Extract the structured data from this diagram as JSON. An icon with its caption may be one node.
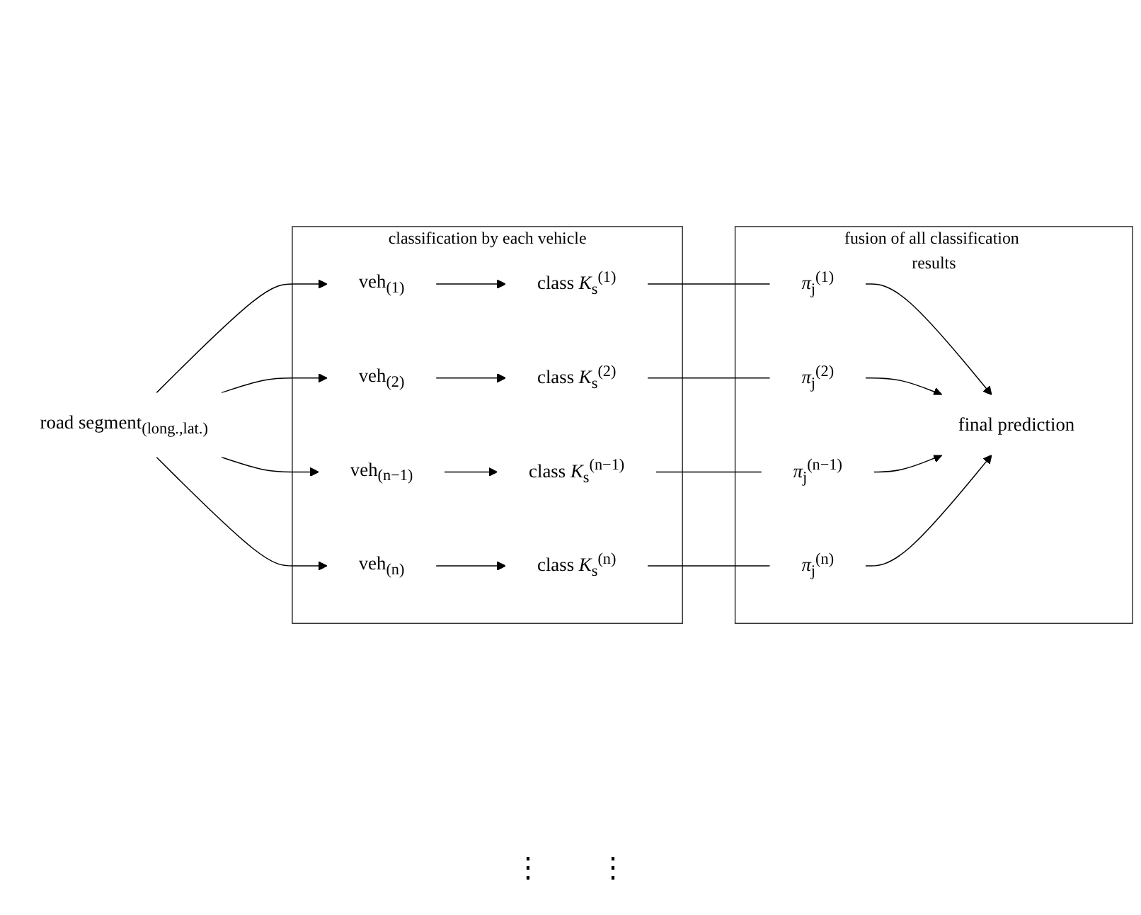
{
  "diagram": {
    "nodes": [
      {
        "text": [
          "road segment$_{(long.,lat.)}$"
        ]
      },
      {
        "text": [
          "classification by each vehicle"
        ]
      },
      {
        "text": [
          "veh$_{(1)}$"
        ],
        "in": 1
      },
      {
        "text": [
          "class *K*$_{s}$$^{(1)}$"
        ],
        "in": 1
      },
      {
        "text": [
          "veh$_{(2)}$"
        ],
        "in": 1
      },
      {
        "text": [
          "class *K*$_{s}$$^{(2)}$"
        ],
        "in": 1
      },
      {
        "text": [
          "veh$_{(n−1)}$"
        ],
        "in": 1
      },
      {
        "text": [
          "class *K*$_{s}$$^{(n−1)}$"
        ],
        "in": 1
      },
      {
        "text": [
          "veh$_{(n)}$"
        ],
        "in": 1
      },
      {
        "text": [
          "class *K*$_{s}$$^{(n)}$"
        ],
        "in": 1
      },
      {
        "text": [
          "fusion of all classification results"
        ]
      },
      {
        "text": [
          "*π*$_{j}$$^{(1)}$"
        ],
        "in": 10
      },
      {
        "text": [
          "*π*$_{j}$$^{(2)}$"
        ],
        "in": 10
      },
      {
        "text": [
          "*π*$_{j}$$^{(n−1)}$"
        ],
        "in": 10
      },
      {
        "text": [
          "*π*$_{j}$$^{(n)}$"
        ],
        "in": 10
      },
      {
        "text": [
          "final prediction"
        ],
        "in": 10
      }
    ],
    "edges": [
      {
        "from": 0,
        "to": 2,
        "arrow": "to"
      },
      {
        "from": 0,
        "to": 4,
        "arrow": "to"
      },
      {
        "from": 0,
        "to": 6,
        "arrow": "to"
      },
      {
        "from": 0,
        "to": 8,
        "arrow": "to"
      },
      {
        "from": 2,
        "to": 3,
        "arrow": "to"
      },
      {
        "from": 4,
        "to": 5,
        "arrow": "to"
      },
      {
        "from": 6,
        "to": 7,
        "arrow": "to"
      },
      {
        "from": 8,
        "to": 9,
        "arrow": "to"
      },
      {
        "from": 3,
        "to": 11,
        "arrow": "none"
      },
      {
        "from": 5,
        "to": 12,
        "arrow": "none"
      },
      {
        "from": 7,
        "to": 13,
        "arrow": "none"
      },
      {
        "from": 9,
        "to": 14,
        "arrow": "none"
      },
      {
        "from": 11,
        "to": 15,
        "arrow": "to"
      },
      {
        "from": 12,
        "to": 15,
        "arrow": "to"
      },
      {
        "from": 13,
        "to": 15,
        "arrow": "to"
      },
      {
        "from": 14,
        "to": 15,
        "arrow": "to"
      }
    ],
    "labels": [
      "⋮",
      "⋮"
    ]
  }
}
